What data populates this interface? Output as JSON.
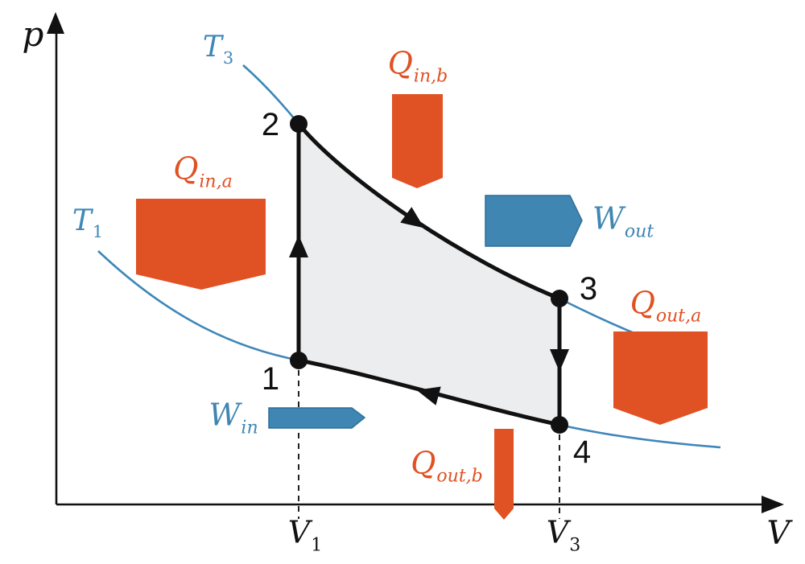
{
  "colors": {
    "heat": "#E05123",
    "work": "#4086B2",
    "work_edge": "#2E6F99",
    "isotherm": "#3E87B8",
    "cycle_fill": "#ECEDEE",
    "ink": "#111111",
    "dash": "#222222"
  },
  "axes": {
    "pressure_label": "p",
    "volume_label": "V"
  },
  "isotherms": {
    "t1": {
      "main": "T",
      "sub": "1"
    },
    "t3": {
      "main": "T",
      "sub": "3"
    }
  },
  "states": {
    "s1": "1",
    "s2": "2",
    "s3": "3",
    "s4": "4"
  },
  "volume_marks": {
    "v1": {
      "main": "V",
      "sub": "1"
    },
    "v3": {
      "main": "V",
      "sub": "3"
    }
  },
  "heat_flows": {
    "q_in_a": {
      "main": "Q",
      "sub": "in,a"
    },
    "q_in_b": {
      "main": "Q",
      "sub": "in,b"
    },
    "q_out_a": {
      "main": "Q",
      "sub": "out,a"
    },
    "q_out_b": {
      "main": "Q",
      "sub": "out,b"
    }
  },
  "work_flows": {
    "w_in": {
      "main": "W",
      "sub": "in"
    },
    "w_out": {
      "main": "W",
      "sub": "out"
    }
  }
}
